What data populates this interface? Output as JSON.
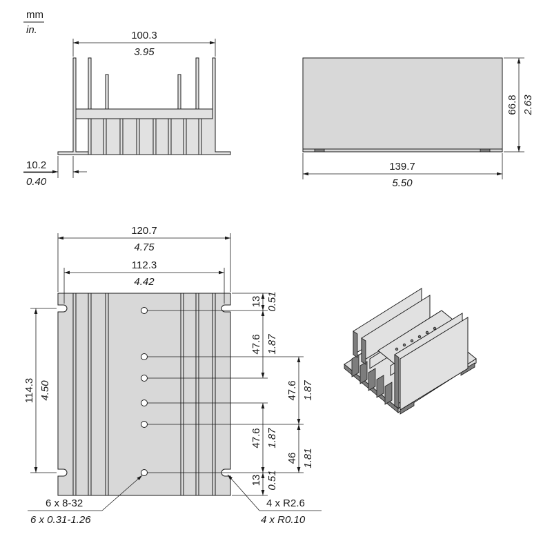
{
  "units": {
    "primary": "mm",
    "secondary": "in."
  },
  "front_view": {
    "overall_width": {
      "mm": "100.3",
      "in": "3.95"
    },
    "flange": {
      "mm": "10.2",
      "in": "0.40"
    }
  },
  "side_view": {
    "length": {
      "mm": "139.7",
      "in": "5.50"
    },
    "height": {
      "mm": "66.8",
      "in": "2.63"
    }
  },
  "bottom_view": {
    "overall_width": {
      "mm": "120.7",
      "in": "4.75"
    },
    "slot_span": {
      "mm": "112.3",
      "in": "4.42"
    },
    "slot_pitch": {
      "mm": "114.3",
      "in": "4.50"
    },
    "edge_top": {
      "mm": "13",
      "in": "0.51"
    },
    "pitch_1": {
      "mm": "47.6",
      "in": "1.87"
    },
    "pitch_2": {
      "mm": "47.6",
      "in": "1.87"
    },
    "pitch_3": {
      "mm": "47.6",
      "in": "1.87"
    },
    "pitch_4": {
      "mm": "46",
      "in": "1.81"
    },
    "edge_bottom": {
      "mm": "13",
      "in": "0.51"
    },
    "holes_callout": {
      "mm": "6 x 8-32",
      "in": "6 x 0.31-1.26"
    },
    "radius_callout": {
      "mm": "4 x R2.6",
      "in": "4 x R0.10"
    }
  }
}
